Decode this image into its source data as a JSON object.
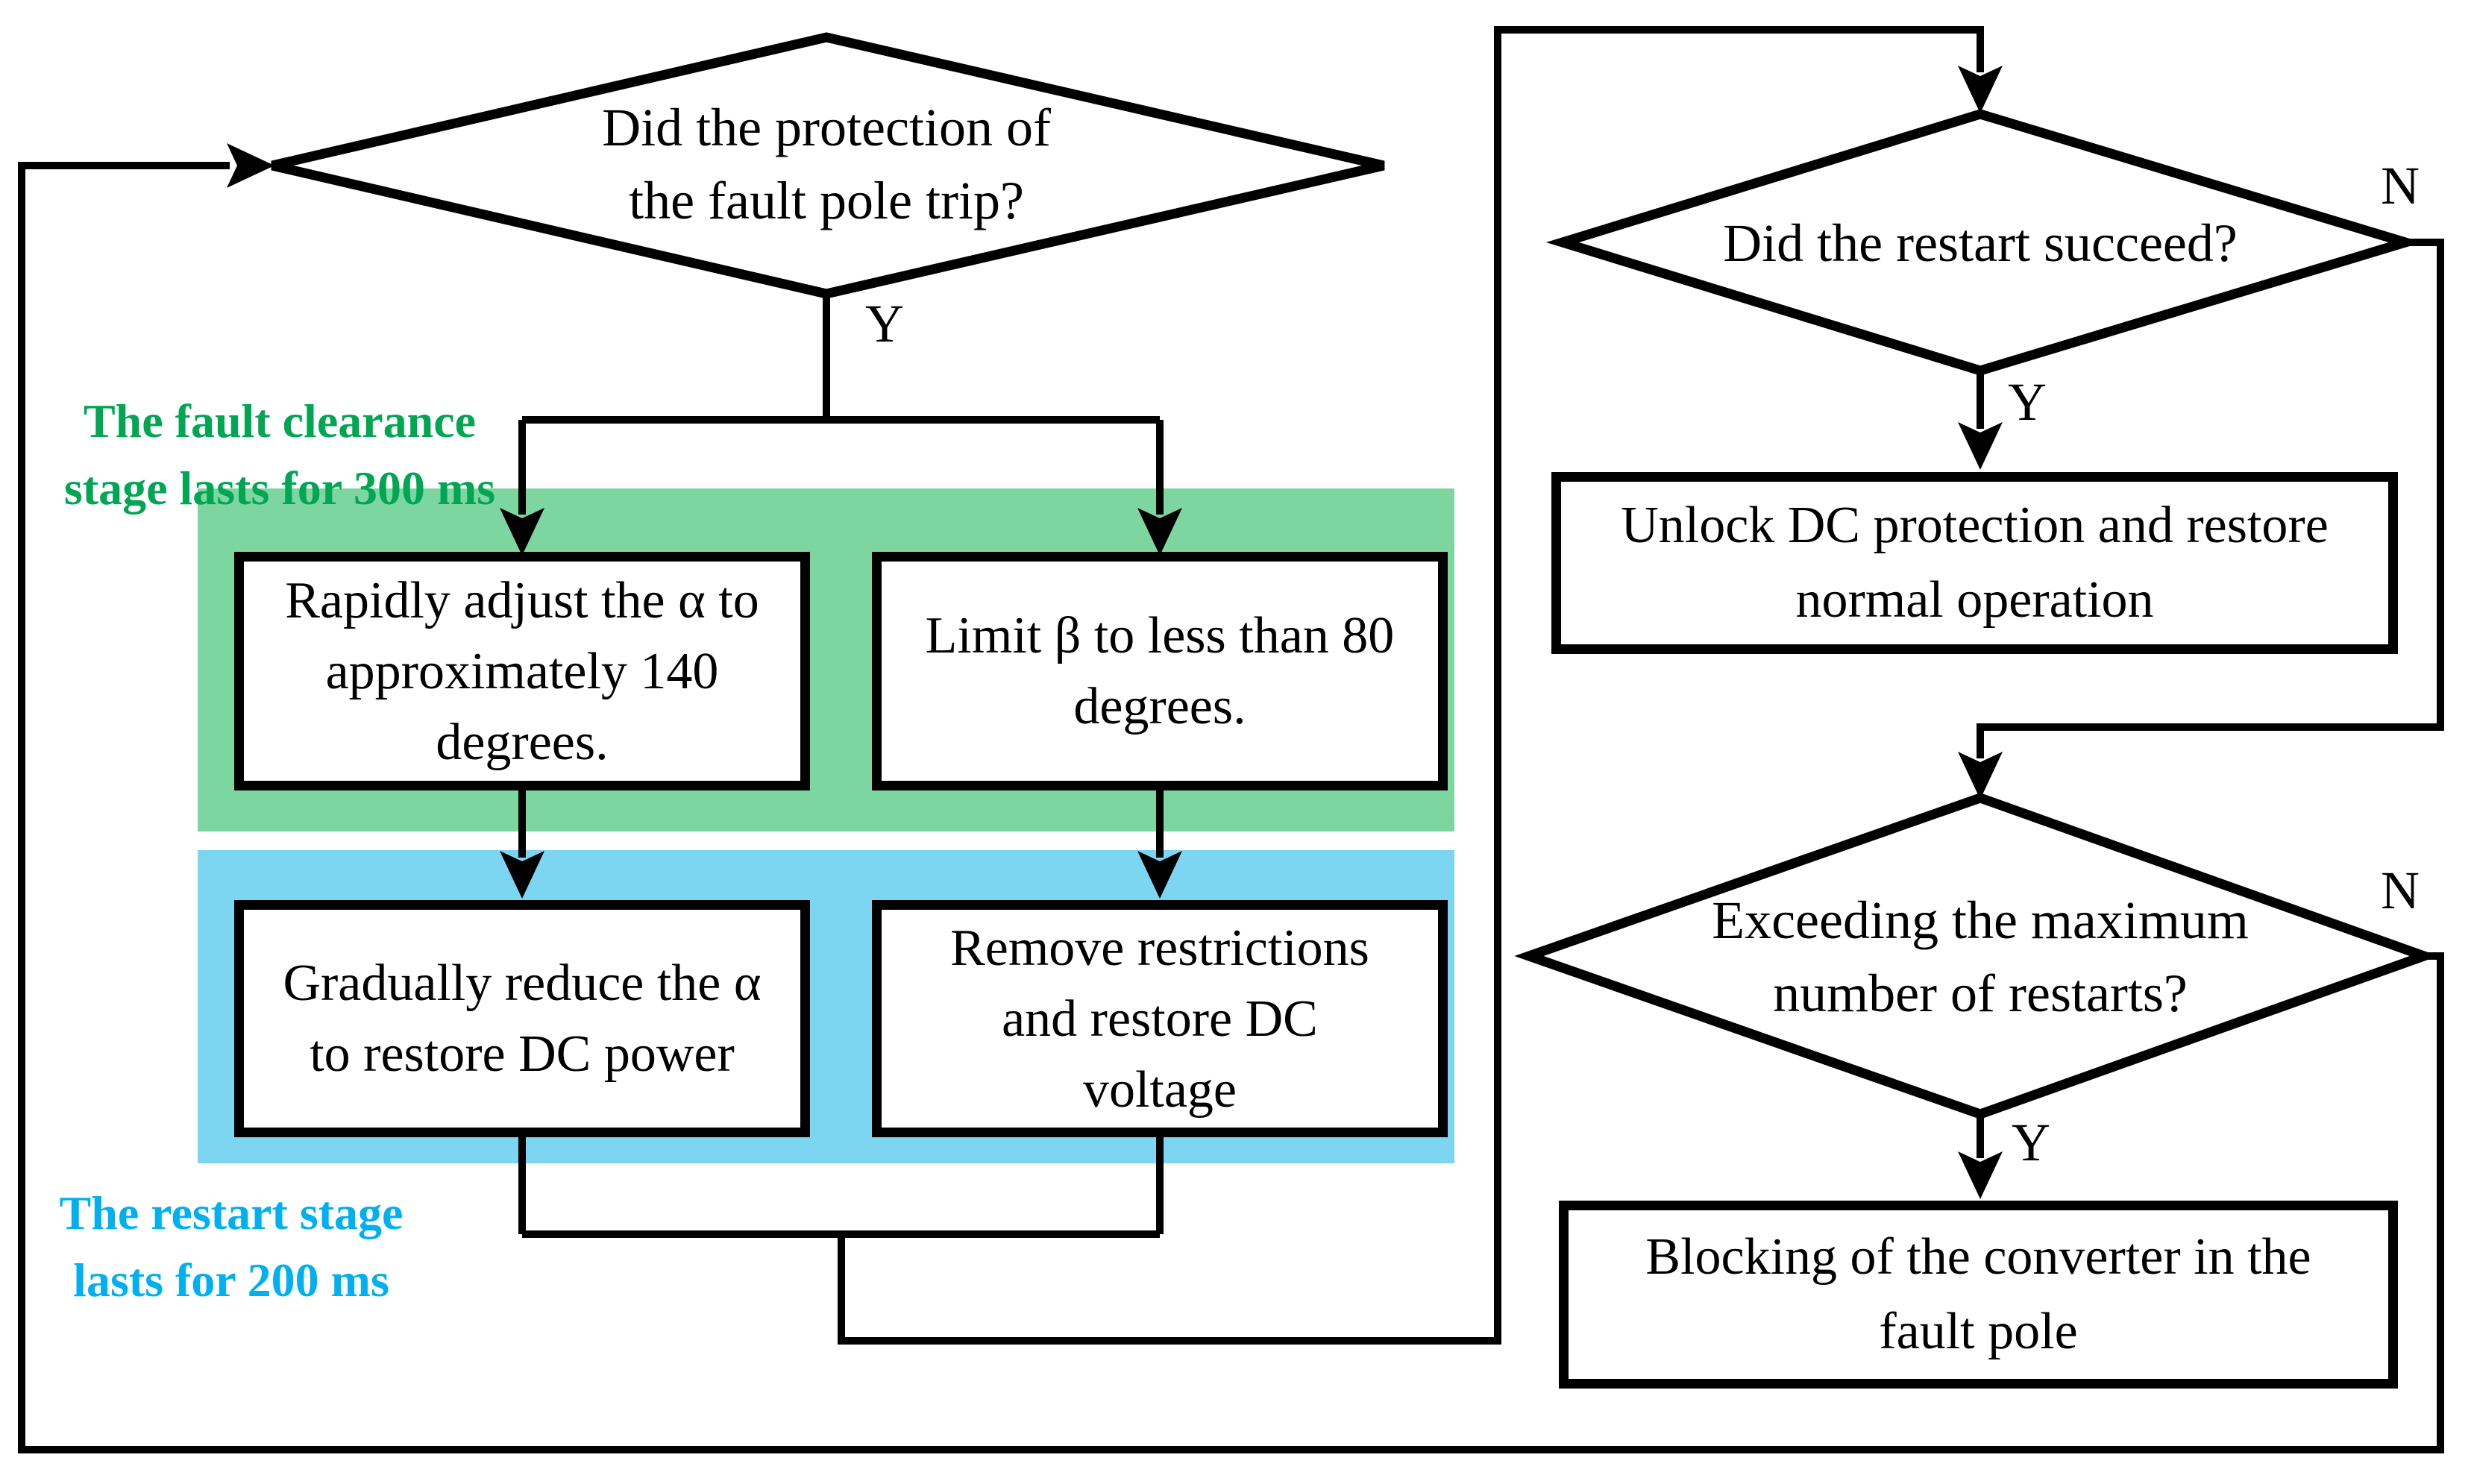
{
  "title": "DC fault clearance and restart flowchart",
  "colors": {
    "fault_clearance_band": "#7dd5a0",
    "restart_band": "#7cd6f2",
    "fault_clearance_text": "#00a651",
    "restart_text": "#00b0f0",
    "line": "#000000",
    "box_fill": "#ffffff"
  },
  "nodes": {
    "decision_fault_trip": {
      "text": "Did the protection of\nthe fault pole trip?"
    },
    "process_adjust_alpha": {
      "text": "Rapidly adjust the α to\napproximately 140\ndegrees."
    },
    "process_limit_beta": {
      "text": "Limit β to less than 80\ndegrees."
    },
    "process_reduce_alpha": {
      "text": "Gradually reduce the α\nto restore DC power"
    },
    "process_remove_restrictions": {
      "text": "Remove restrictions\nand restore DC\nvoltage"
    },
    "decision_restart_succeed": {
      "text": "Did the restart succeed?"
    },
    "process_unlock_protection": {
      "text": "Unlock DC protection and restore\nnormal operation"
    },
    "decision_max_restarts": {
      "text": "Exceeding the maximum\nnumber of restarts?"
    },
    "process_block_converter": {
      "text": "Blocking of the converter in the\nfault pole"
    }
  },
  "annotations": {
    "fault_clearance_stage": {
      "text": "The fault clearance\nstage lasts for 300 ms"
    },
    "restart_stage": {
      "text": "The restart stage\nlasts for 200 ms"
    }
  },
  "edge_labels": {
    "fault_trip_yes": "Y",
    "restart_succeed_yes": "Y",
    "restart_succeed_no": "N",
    "max_restarts_yes": "Y",
    "max_restarts_no": "N"
  }
}
